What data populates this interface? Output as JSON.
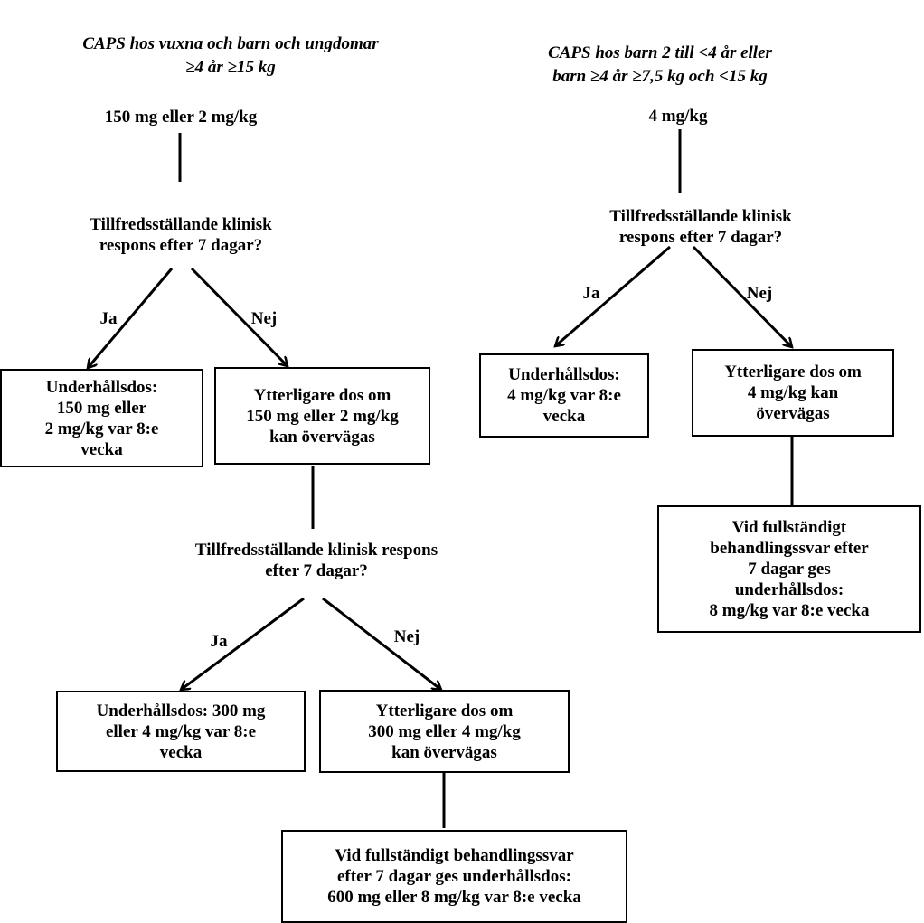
{
  "left": {
    "title_line1": "CAPS hos vuxna och barn och ungdomar",
    "title_line2": "≥4 år ≥15 kg",
    "start_dose": "150 mg eller 2 mg/kg",
    "question1": "Tillfredsställande klinisk\nrespons efter 7 dagar?",
    "yes1": "Ja",
    "no1": "Nej",
    "box_maintenance1": "Underhållsdos:\n150 mg eller\n2 mg/kg var 8:e\nvecka",
    "box_additional1": "Ytterligare dos om\n150 mg eller 2 mg/kg\nkan övervägas",
    "question2": "Tillfredsställande klinisk respons\nefter 7 dagar?",
    "yes2": "Ja",
    "no2": "Nej",
    "box_maintenance2": "Underhållsdos: 300 mg\neller 4 mg/kg var 8:e\nvecka",
    "box_additional2": "Ytterligare dos om\n300 mg eller 4 mg/kg\nkan övervägas",
    "box_final": "Vid fullständigt behandlingssvar\nefter 7 dagar ges underhållsdos:\n600 mg eller 8 mg/kg var 8:e vecka"
  },
  "right": {
    "title_line1": "CAPS hos barn 2 till <4 år eller",
    "title_line2": "barn ≥4 år ≥7,5 kg och <15 kg",
    "start_dose": "4 mg/kg",
    "question1": "Tillfredsställande klinisk\nrespons efter 7 dagar?",
    "yes1": "Ja",
    "no1": "Nej",
    "box_maintenance1": "Underhållsdos:\n4 mg/kg var 8:e\nvecka",
    "box_additional1": "Ytterligare dos om\n4 mg/kg kan\növervägas",
    "box_final": "Vid fullständigt\nbehandlingssvar efter\n7 dagar ges\nunderhållsdos:\n8 mg/kg var 8:e vecka"
  }
}
